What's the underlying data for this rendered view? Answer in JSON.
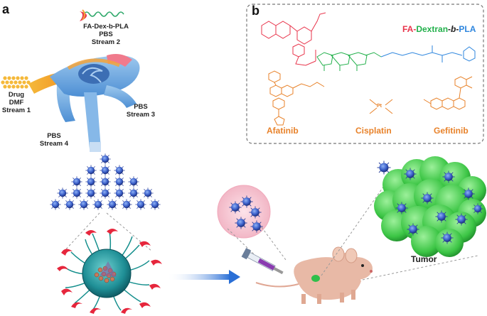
{
  "panel_a": {
    "letter": "a",
    "polymer_label": "FA-Dex-b-PLA",
    "stream2_label": "PBS",
    "stream2_sub": "Stream 2",
    "stream1_label_1": "Drug",
    "stream1_label_2": "DMF",
    "stream1_sub": "Stream 1",
    "stream3_label": "PBS",
    "stream3_sub": "Stream 3",
    "stream4_label": "PBS",
    "stream4_sub": "Stream 4"
  },
  "panel_b": {
    "letter": "b",
    "legend_fa": "FA",
    "legend_dash1": "-",
    "legend_dextran": "Dextran",
    "legend_dash2": "-",
    "legend_b": "b",
    "legend_dash3": "-",
    "legend_pla": "PLA",
    "drug1": "Afatinib",
    "drug2": "Cisplatin",
    "drug3": "Gefitinib"
  },
  "tumor_label": "Tumor",
  "colors": {
    "fa_red": "#e8334a",
    "dextran_green": "#22b04b",
    "pla_blue": "#2e86de",
    "drug_orange": "#e8822a",
    "nanoparticle_blue": "#3b5fc9"
  }
}
